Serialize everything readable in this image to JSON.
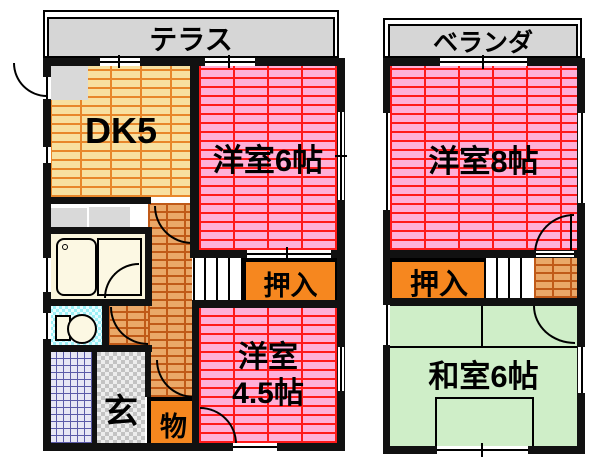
{
  "palette": {
    "wall": "#111111",
    "terrace": "#d6d6d6",
    "pink-bg": "#ffb0d8",
    "pink-line": "#ff1a1a",
    "dk-bg": "#f8e0a0",
    "dk-line": "#e8872b",
    "hall-bg": "#eaa868",
    "hall-line": "#c05a18",
    "tatami-bg": "#cfeec8",
    "closet": "#f6871f",
    "tile-bg": "#e6e6f4",
    "tile-line": "#5a5aa8",
    "toilet-bg": "#9cf0f6",
    "bath-bg": "#faf5dc"
  },
  "floor1": {
    "terrace": "テラス",
    "dk": "DK5",
    "western6": "洋室6帖",
    "western45_line1": "洋室",
    "western45_line2": "4.5帖",
    "closet": "押入",
    "entrance": "玄",
    "storage": "物"
  },
  "floor2": {
    "balcony": "ベランダ",
    "western8": "洋室8帖",
    "closet": "押入",
    "japanese6": "和室6帖"
  }
}
